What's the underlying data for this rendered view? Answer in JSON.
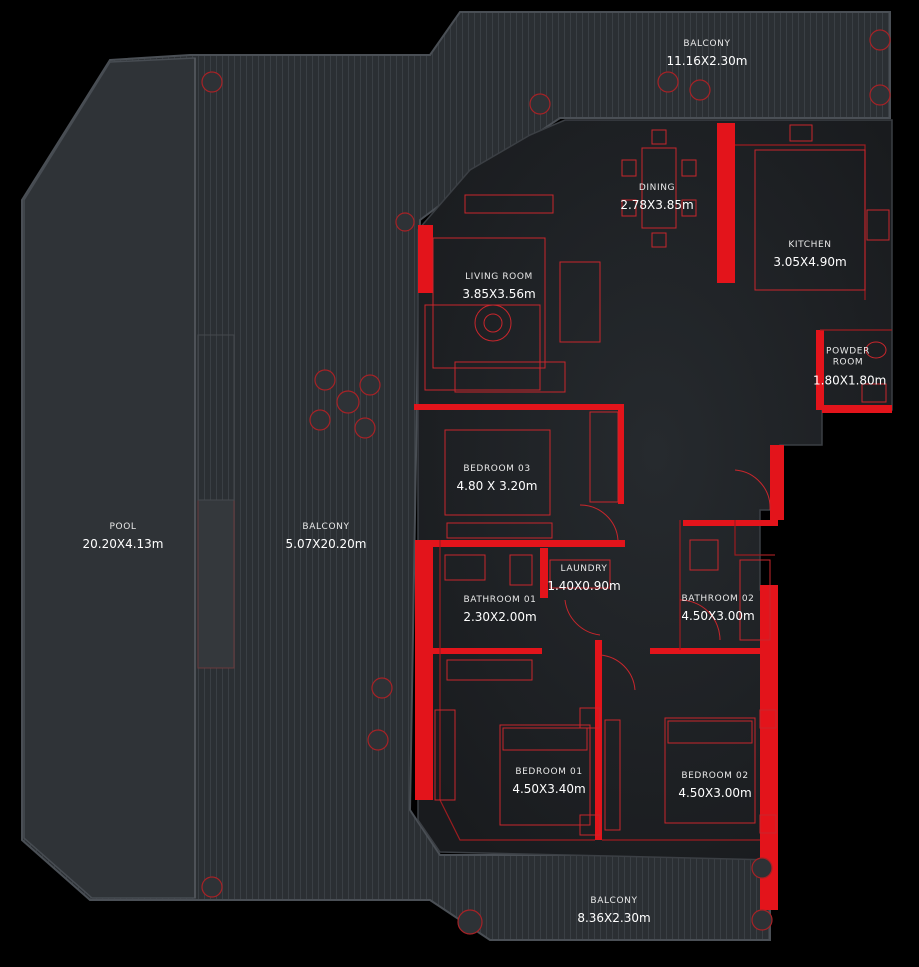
{
  "colors": {
    "background": "#000000",
    "terrace_fill": "#2b2f33",
    "interior_fill": "#1e2124",
    "wall_accent": "#e3141b",
    "furniture_line": "#c8262c"
  },
  "rooms": [
    {
      "key": "pool",
      "name": "POOL",
      "dims": "20.20X4.13m"
    },
    {
      "key": "balcony-main",
      "name": "BALCONY",
      "dims": "5.07X20.20m"
    },
    {
      "key": "balcony-top",
      "name": "BALCONY",
      "dims": "11.16X2.30m"
    },
    {
      "key": "balcony-bottom",
      "name": "BALCONY",
      "dims": "8.36X2.30m"
    },
    {
      "key": "dining",
      "name": "DINING",
      "dims": "2.78X3.85m"
    },
    {
      "key": "kitchen",
      "name": "KITCHEN",
      "dims": "3.05X4.90m"
    },
    {
      "key": "living-room",
      "name": "LIVING ROOM",
      "dims": "3.85X3.56m"
    },
    {
      "key": "powder-room",
      "name": "POWDER ROOM",
      "dims": "1.80X1.80m"
    },
    {
      "key": "bedroom-03",
      "name": "BEDROOM 03",
      "dims": "4.80 X 3.20m"
    },
    {
      "key": "laundry",
      "name": "LAUNDRY",
      "dims": "1.40X0.90m"
    },
    {
      "key": "bathroom-01",
      "name": "BATHROOM 01",
      "dims": "2.30X2.00m"
    },
    {
      "key": "bathroom-02",
      "name": "BATHROOM 02",
      "dims": "4.50X3.00m"
    },
    {
      "key": "bedroom-01",
      "name": "BEDROOM 01",
      "dims": "4.50X3.40m"
    },
    {
      "key": "bedroom-02",
      "name": "BEDROOM 02",
      "dims": "4.50X3.00m"
    }
  ]
}
